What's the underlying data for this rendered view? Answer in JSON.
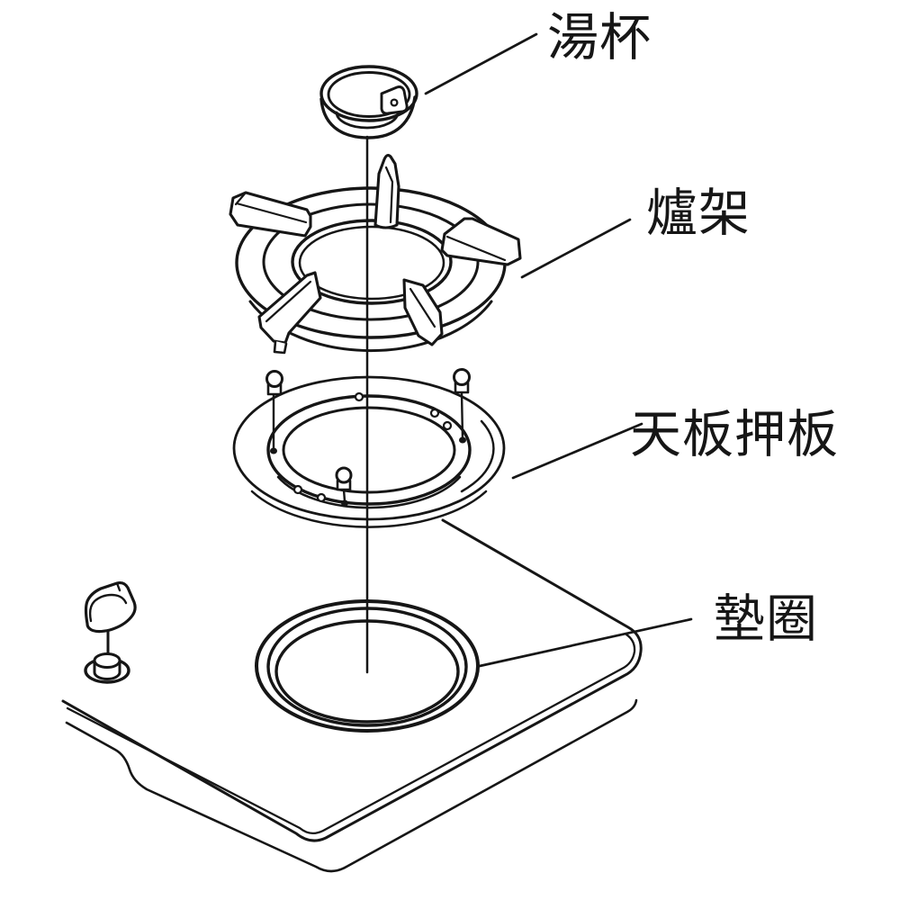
{
  "page": {
    "background_color": "#ffffff",
    "line_ink_color": "#161616"
  },
  "diagram": {
    "type": "exploded-parts-line-drawing",
    "labels": [
      {
        "id": "soup-cup",
        "text": "湯杯"
      },
      {
        "id": "burner-grate",
        "text": "爐架"
      },
      {
        "id": "top-press-plate",
        "text": "天板押板"
      },
      {
        "id": "gasket",
        "text": "墊圈"
      }
    ]
  }
}
